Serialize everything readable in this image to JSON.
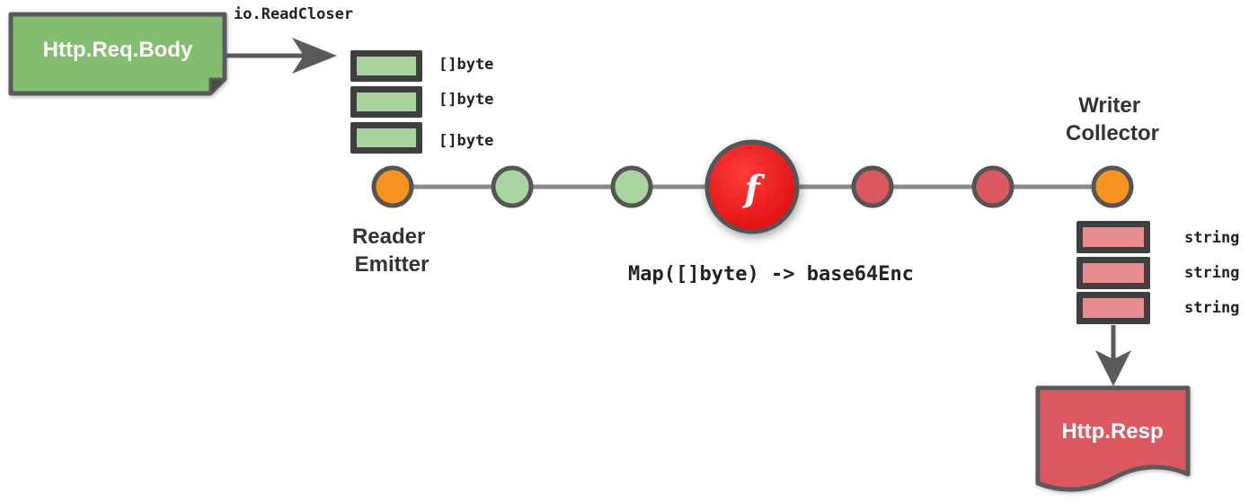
{
  "source": {
    "label": "Http.Req.Body",
    "arrow_label": "io.ReadCloser"
  },
  "input_chunks": [
    "[]byte",
    "[]byte",
    "[]byte"
  ],
  "emitter": {
    "line1": "Reader",
    "line2": "Emitter"
  },
  "operator": {
    "symbol": "f",
    "label": "Map([]byte) -> base64Enc"
  },
  "collector": {
    "line1": "Writer",
    "line2": "Collector"
  },
  "output_chunks": [
    "string",
    "string",
    "string"
  ],
  "sink": {
    "label": "Http.Resp"
  },
  "colors": {
    "source_fill": "#82bd6f",
    "input_chunk_fill": "#a8d39c",
    "input_node_fill": "#a8d4a0",
    "endpoint_fill": "#f7931e",
    "operator_fill": "#ed1c24",
    "output_node_fill": "#dc5a5f",
    "output_chunk_fill": "#e88c8f",
    "sink_fill": "#dc5a5f",
    "stroke": "#5a5a5a"
  }
}
